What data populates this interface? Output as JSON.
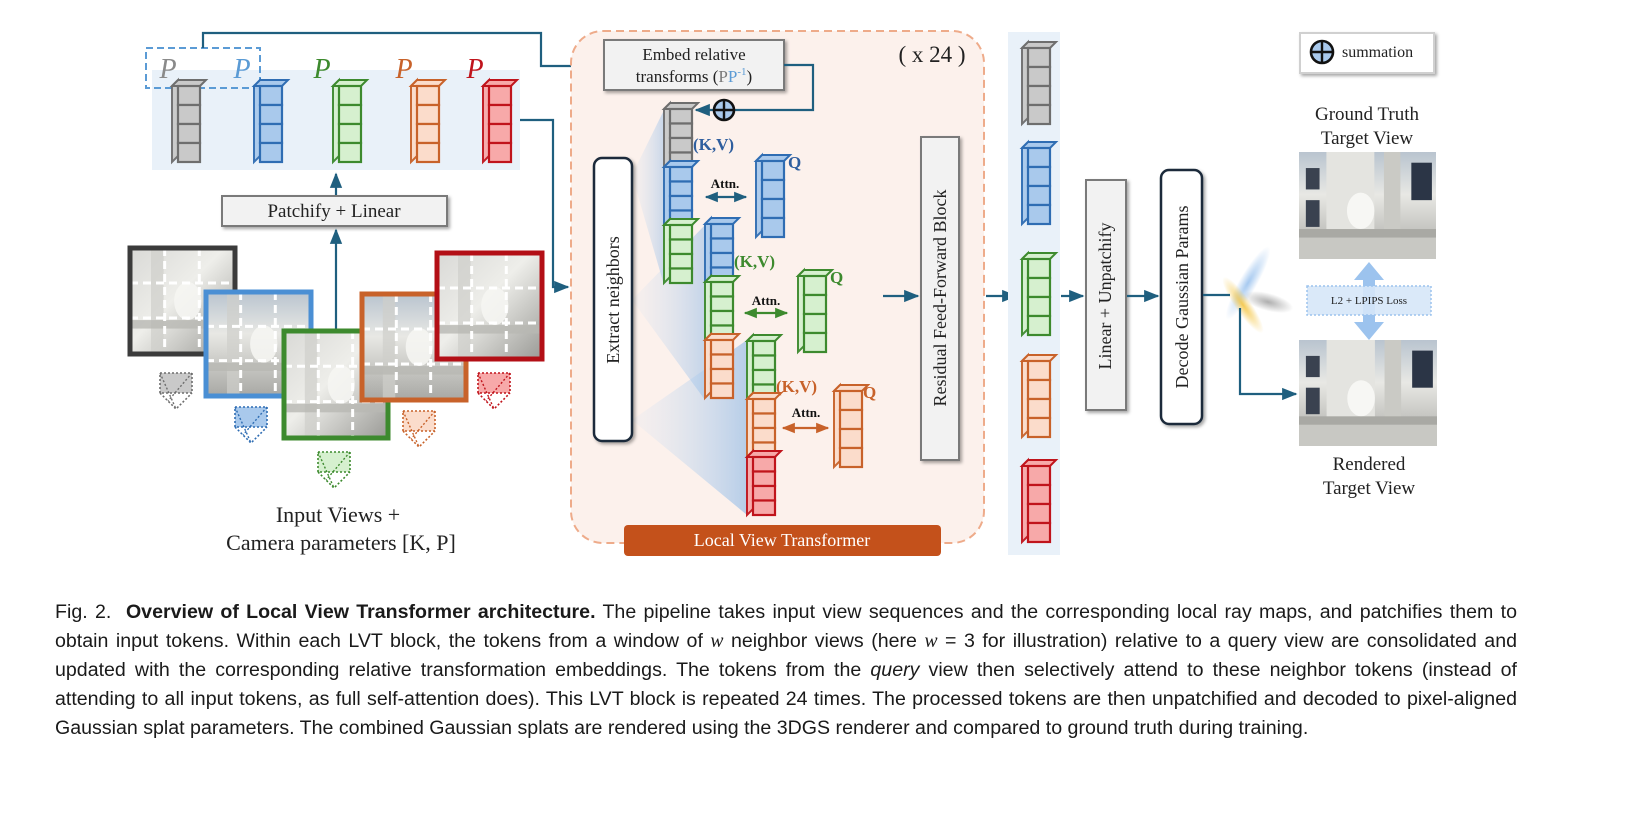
{
  "figure": {
    "colors": {
      "arrow": "#1f5f7f",
      "gray": "#6e6e6e",
      "gray_fill": "#c9c9c9",
      "blue": "#2f6db3",
      "blue_fill": "#a9c9ec",
      "green": "#3d8a2e",
      "green_fill": "#d6f0cf",
      "orange": "#c8622a",
      "orange_fill": "#fbdccb",
      "red": "#c0141c",
      "red_fill": "#f7a9a9",
      "lvt_bg": "#fcf1ec",
      "lvt_border": "#eeab8a",
      "lvt_label_bg": "#c4511b",
      "token_band": "#e9f1f9"
    },
    "input_tokens": {
      "pose_labels": [
        "P",
        "P",
        "P",
        "P",
        "P"
      ],
      "stacks": [
        "gray",
        "blue",
        "green",
        "orange",
        "red"
      ]
    },
    "patchify_label": "Patchify + Linear",
    "input_views": {
      "frames": [
        "gray",
        "blue",
        "green",
        "orange",
        "red"
      ],
      "caption_line1": "Input Views +",
      "caption_line2": "Camera parameters [K, P]"
    },
    "lvt": {
      "embed_line1": "Embed relative",
      "embed_line2_prefix": "transforms (",
      "embed_p": "P",
      "embed_pinv": "P",
      "embed_sup": "-1",
      "embed_suffix": ")",
      "repeat_label": "( x 24 )",
      "extract_label": "Extract neighbors",
      "kv_label": "(K,V)",
      "q_label": "Q",
      "attn_label": "Attn.",
      "residual_label": "Residual Feed-Forward Block",
      "title": "Local View Transformer"
    },
    "output_tokens": [
      "gray",
      "blue",
      "green",
      "orange",
      "red"
    ],
    "unpatchify_label": "Linear + Unpatchify",
    "decode_label": "Decode Gaussian Params",
    "legend": {
      "symbol": "⊕",
      "label": "summation"
    },
    "gt_label_line1": "Ground Truth",
    "gt_label_line2": "Target View",
    "loss_label": "L2 + LPIPS Loss",
    "rendered_label_line1": "Rendered",
    "rendered_label_line2": "Target View"
  },
  "caption": {
    "prefix": "Fig. 2.",
    "title": "Overview of Local View Transformer architecture.",
    "text_1": " The pipeline takes input view sequences and the corresponding local ray maps, and patchifies them to obtain input tokens. Within each LVT block, the tokens from a window of ",
    "w1": "w",
    "text_2": " neighbor views (here ",
    "w2": "w",
    "text_3": " = 3 for illustration) relative to a query view are consolidated and updated with the corresponding relative transformation embeddings. The tokens from the ",
    "query": "query",
    "text_4": " view then selectively attend to these neighbor tokens (instead of attending to all input tokens, as full self-attention does). This LVT block is repeated 24 times. The processed tokens are then unpatchified and decoded to pixel-aligned Gaussian splat parameters. The combined Gaussian splats are rendered using the 3DGS renderer and compared to ground truth during training."
  }
}
